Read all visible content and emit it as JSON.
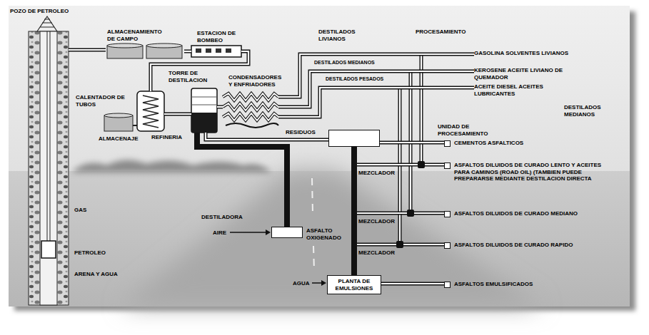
{
  "diagram": {
    "nodes": [
      {
        "text": [
          "POZO DE PETROLEO"
        ]
      },
      {
        "text": [
          "ALMACENAMIENTO DE CAMPO"
        ]
      },
      {
        "text": [
          "ESTACION DE BOMBEO"
        ]
      },
      {
        "text": [
          "CALENTADOR DE TUBOS"
        ]
      },
      {
        "text": [
          "TORRE DE DESTILACION"
        ]
      },
      {
        "text": [
          "CONDENSADORES Y ENFRIADORES"
        ]
      },
      {
        "text": [
          "GASOLINA SOLVENTES LIVIANOS"
        ]
      },
      {
        "text": [
          "KEROSENE ACEITE LIVIANO DE QUEMADOR"
        ]
      },
      {
        "text": [
          "ACEITE DIESEL ACEITES LUBRICANTES"
        ]
      },
      {
        "text": [
          "UNIDAD DE PROCESAMIENTO"
        ]
      },
      {
        "text": [
          "CEMENTOS ASFALTICOS"
        ]
      },
      {
        "text": [
          "ASFALTOS DILUIDOS DE CURADO LENTO Y ACEITES PARA CAMINOS (ROAD OIL) (TAMBIEN PUEDE PREPARARSE MEDIANTE DESTILACION DIRECTA"
        ]
      },
      {
        "text": [
          "ASFALTOS DILUIDOS DE CURADO MEDIANO"
        ]
      },
      {
        "text": [
          "ASFALTOS DILUIDOS DE CURADO RAPIDO"
        ]
      },
      {
        "text": [
          "ASFALTO OXIGENADO"
        ]
      },
      {
        "text": [
          "PLANTA DE EMULSIONES"
        ]
      },
      {
        "text": [
          "ASFALTOS EMULSIFICADOS"
        ]
      }
    ],
    "edges": [
      {
        "from": 0,
        "to": 1,
        "arrow": "none"
      },
      {
        "from": 1,
        "to": 2,
        "arrow": "none"
      },
      {
        "from": 2,
        "to": 3,
        "arrow": "none"
      },
      {
        "from": 3,
        "to": 4,
        "arrow": "none"
      },
      {
        "from": 4,
        "to": 5,
        "arrow": "none"
      },
      {
        "from": 5,
        "to": 6,
        "arrow": "none"
      },
      {
        "from": 5,
        "to": 7,
        "arrow": "none"
      },
      {
        "from": 5,
        "to": 8,
        "arrow": "none"
      },
      {
        "from": 4,
        "to": 9,
        "arrow": "none"
      },
      {
        "from": 4,
        "to": 14,
        "arrow": "none"
      },
      {
        "from": 9,
        "to": 10,
        "arrow": "none"
      },
      {
        "from": 9,
        "to": 11,
        "arrow": "none"
      },
      {
        "from": 9,
        "to": 12,
        "arrow": "none"
      },
      {
        "from": 9,
        "to": 13,
        "arrow": "none"
      },
      {
        "from": 9,
        "to": 15,
        "arrow": "none"
      },
      {
        "from": 15,
        "to": 16,
        "arrow": "none"
      }
    ],
    "labels": [
      "REFINERIA",
      "ALMACENAJE",
      "DESTILADOS LIVIANOS",
      "PROCESAMIENTO",
      "DESTILADOS MEDIANOS",
      "DESTILADOS PESADOS",
      "DESTILADOS MEDIANOS",
      "RESIDUOS",
      "MEZCLADOR",
      "MEZCLADOR",
      "MEZCLADOR",
      "DESTILADORA",
      "AIRE",
      "AGUA",
      "GAS",
      "PETROLEO",
      "ARENA Y AGUA"
    ]
  }
}
